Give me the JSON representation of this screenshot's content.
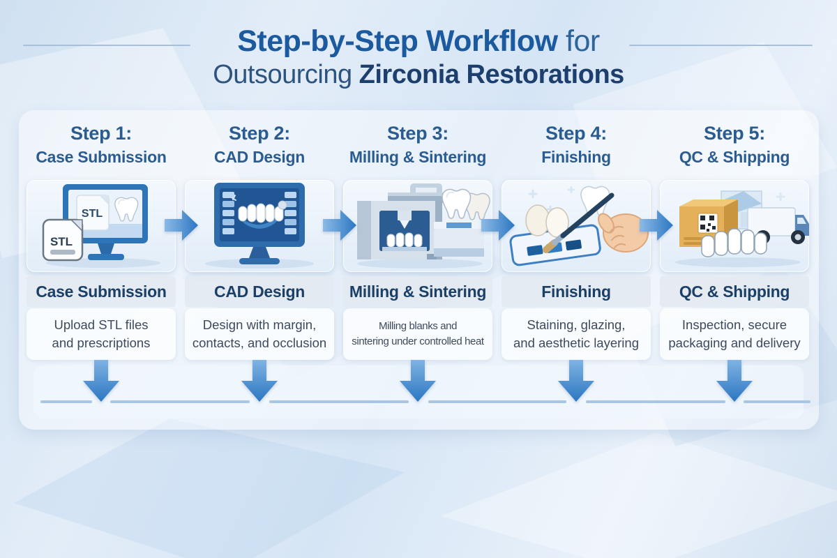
{
  "title": {
    "line1_bold": "Step-by-Step Workflow",
    "line1_light": " for",
    "line2_light": "Outsourcing ",
    "line2_bold": "Zirconia Restorations"
  },
  "steps": [
    {
      "header_step": "Step 1:",
      "header_name": "Case Submission",
      "label": "Case Submission",
      "description": "Upload STL files\nand prescriptions",
      "icon": "stl-file-monitor-icon",
      "icon_texts": [
        "STL",
        "STL"
      ]
    },
    {
      "header_step": "Step 2:",
      "header_name": "CAD Design",
      "label": "CAD Design",
      "description": "Design with margin,\ncontacts, and occlusion",
      "icon": "cad-design-monitor-icon",
      "icon_texts": []
    },
    {
      "header_step": "Step 3:",
      "header_name": "Milling & Sintering",
      "label": "Milling & Sintering",
      "description": "Milling blanks and\nsintering under controlled heat",
      "icon": "milling-machine-icon",
      "icon_texts": []
    },
    {
      "header_step": "Step 4:",
      "header_name": "Finishing",
      "label": "Finishing",
      "description": "Staining, glazing,\nand aesthetic layering",
      "icon": "staining-brush-hand-icon",
      "icon_texts": []
    },
    {
      "header_step": "Step 5:",
      "header_name": "QC & Shipping",
      "label": "QC & Shipping",
      "description": "Inspection, secure\npackaging and delivery",
      "icon": "packaging-box-truck-icon",
      "icon_texts": []
    }
  ],
  "colors": {
    "accent_blue": "#2c77c2",
    "title_blue": "#1b5a9e",
    "navy_text": "#1c3f66",
    "step_header_blue": "#2a5c91",
    "description_text": "#3d4a5c",
    "background_tint": "#d9e6f4"
  }
}
